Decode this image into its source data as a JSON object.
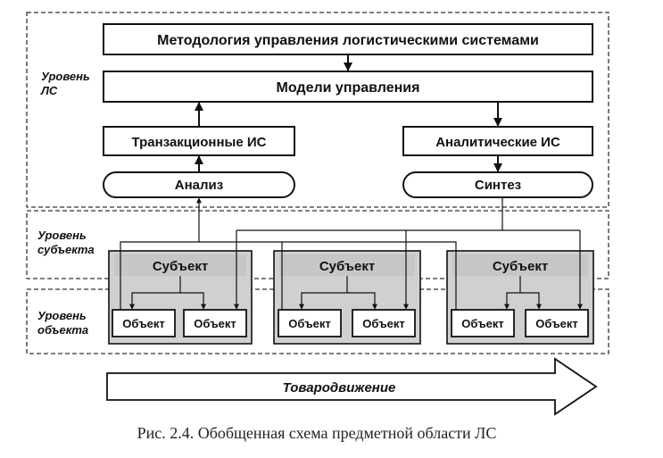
{
  "levels": {
    "ls": [
      "Уровень",
      "ЛС"
    ],
    "subject": [
      "Уровень",
      "субъекта"
    ],
    "object": [
      "Уровень",
      "объекта"
    ]
  },
  "boxes": {
    "methodology": "Методология управления логистическими системами",
    "models": "Модели управления",
    "transactional": "Транзакционные ИС",
    "analytical": "Аналитические ИС",
    "analysis": "Анализ",
    "synthesis": "Синтез"
  },
  "subject_label": "Субъект",
  "object_label": "Объект",
  "flow_label": "Товародвижение",
  "caption": "Рис. 2.4. Обобщенная схема предметной области ЛС"
}
